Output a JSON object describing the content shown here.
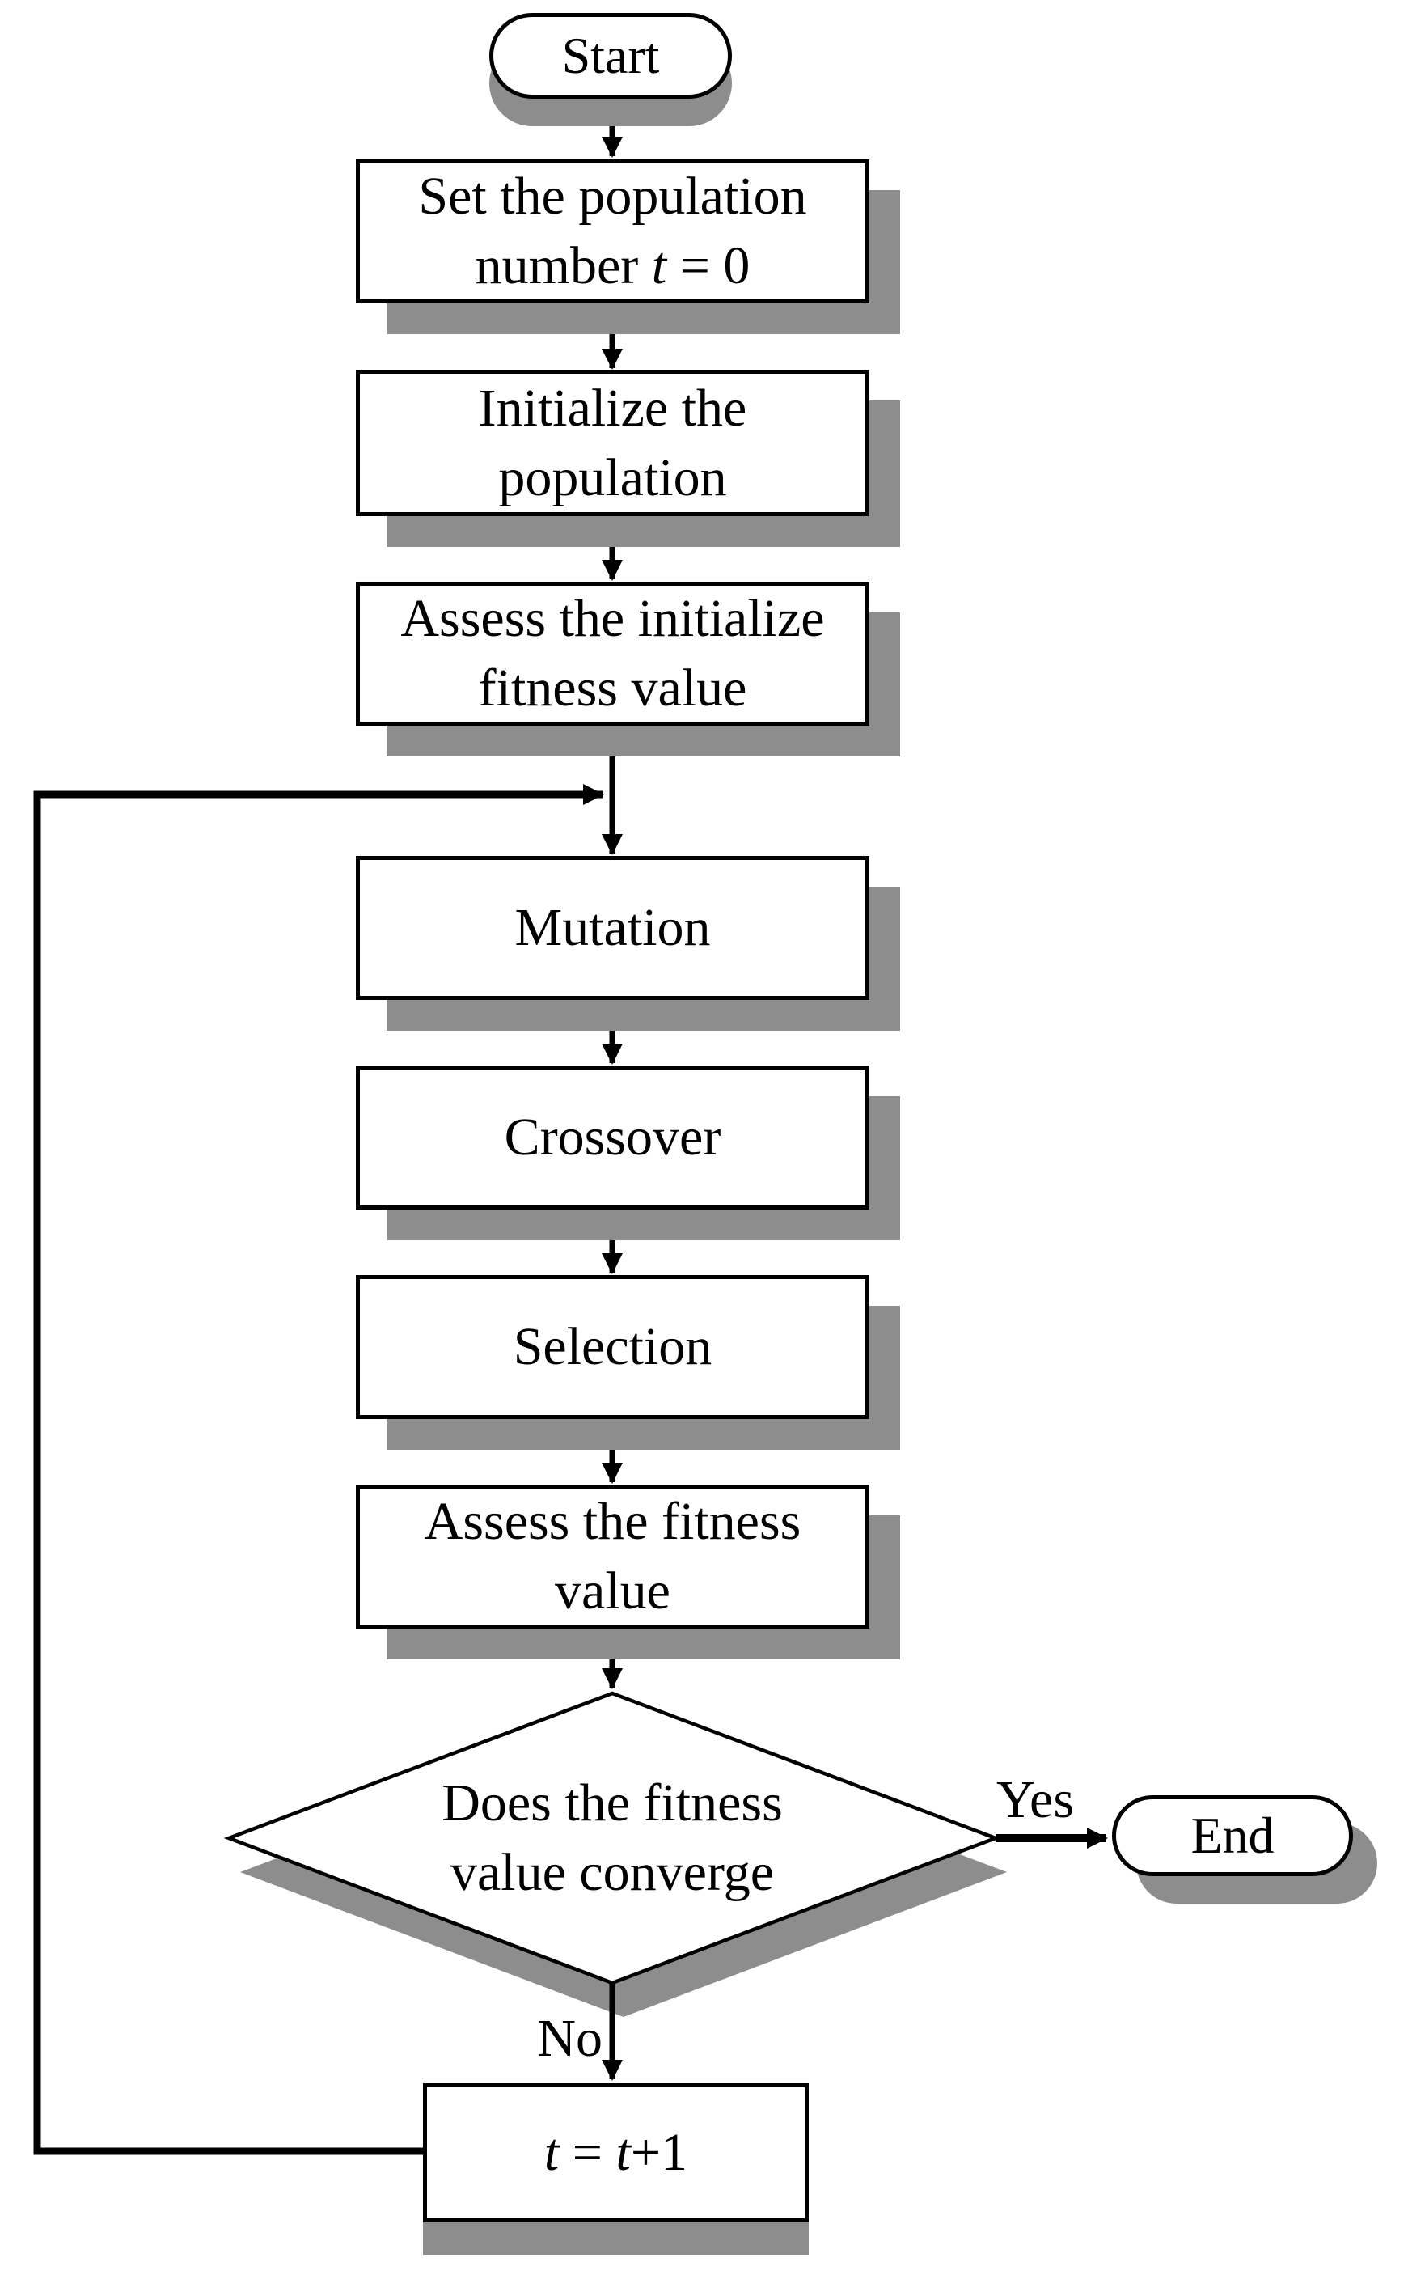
{
  "figure": {
    "description": "Genetic algorithm flowchart",
    "colors": {
      "line": "#000000",
      "node_fill": "#ffffff",
      "shadow": "#8d8d8d",
      "background": "#ffffff"
    }
  },
  "nodes": {
    "start": {
      "type": "terminator",
      "label": "Start"
    },
    "set_population": {
      "type": "process",
      "line1": "Set the population",
      "line2_pre": "number ",
      "line2_var": "t",
      "line2_post": " = 0"
    },
    "initialize": {
      "type": "process",
      "line1": "Initialize the",
      "line2": "population"
    },
    "assess_initial": {
      "type": "process",
      "line1": "Assess the initialize",
      "line2": "fitness value"
    },
    "mutation": {
      "type": "process",
      "label": "Mutation"
    },
    "crossover": {
      "type": "process",
      "label": "Crossover"
    },
    "selection": {
      "type": "process",
      "label": "Selection"
    },
    "assess_fitness": {
      "type": "process",
      "line1": "Assess the fitness",
      "line2": "value"
    },
    "decision": {
      "type": "decision",
      "line1": "Does the fitness",
      "line2": "value converge"
    },
    "increment": {
      "type": "process",
      "var1": "t",
      "equals": " = ",
      "var2": "t",
      "suffix": "+1"
    },
    "end": {
      "type": "terminator",
      "label": "End"
    }
  },
  "edge_labels": {
    "yes": "Yes",
    "no": "No"
  }
}
